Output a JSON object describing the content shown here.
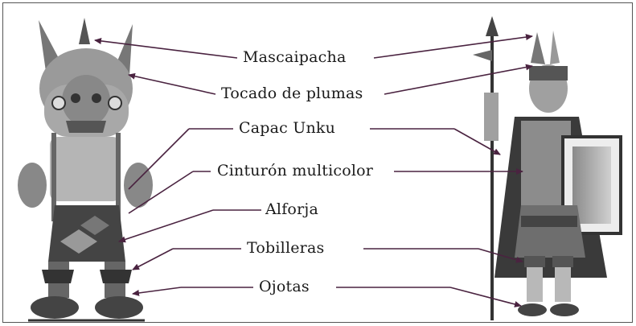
{
  "labels": {
    "mascaipacha": "Mascaipacha",
    "tocado": "Tocado de plumas",
    "capac_unku": "Capac Unku",
    "cinturon": "Cinturón multicolor",
    "alforja": "Alforja",
    "tobilleras": "Tobilleras",
    "ojotas": "Ojotas"
  },
  "colors": {
    "arrow": "#4a2340",
    "line": "#222222"
  }
}
